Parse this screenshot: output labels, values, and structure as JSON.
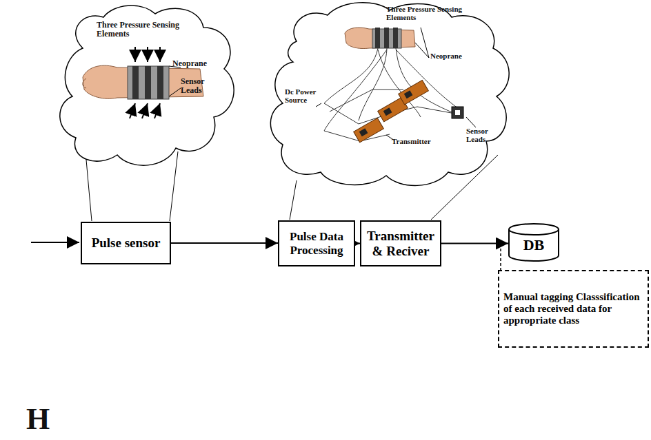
{
  "diagram": {
    "nodes": [
      {
        "text": [
          "Pulse sensor"
        ]
      },
      {
        "text": [
          "Pulse Data Processing"
        ]
      },
      {
        "text": [
          "Transmitter & Reciver"
        ]
      },
      {
        "text": [
          "DB"
        ]
      },
      {
        "text": [
          "Manual tagging Classsification of each received data for appropriate class"
        ]
      }
    ],
    "edges": [
      {
        "from": 0,
        "to": 1,
        "arrow": "to"
      },
      {
        "from": 1,
        "to": 2,
        "arrow": "to"
      },
      {
        "from": 2,
        "to": 3,
        "arrow": "to"
      }
    ],
    "labels": [
      "Three Pressure Sensing Elements",
      "Neoprane",
      "Sensor Leads",
      "Three Pressure Sensing Elements",
      "Neoprane",
      "Dc Power Source",
      "Transmitter",
      "Sensor Leads",
      "H"
    ]
  }
}
